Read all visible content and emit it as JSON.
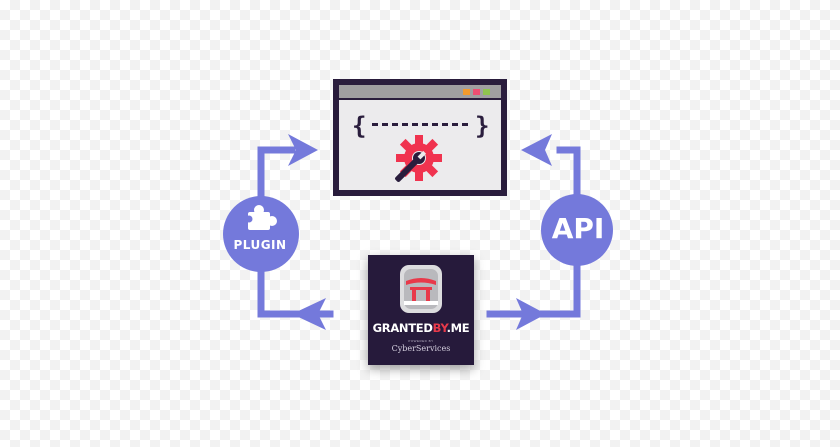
{
  "nodes": {
    "plugin": {
      "label": "PLUGIN",
      "icon": "puzzle-piece-icon"
    },
    "api": {
      "label": "API"
    },
    "browser": {
      "icon": "gear-wrench-icon",
      "code": "{ --------- }"
    },
    "brand": {
      "title_main": "GRANTED",
      "title_accent": "BY",
      "title_tail": ".ME",
      "powered_by": "POWERED BY",
      "subtitle": "CyberServices",
      "logo": "torii-gate-logo"
    }
  },
  "colors": {
    "flow": "#7479db",
    "window_border": "#2a1d3d",
    "window_bar": "#a09fa1",
    "window_body": "#ecebed",
    "gear": "#f0334f",
    "brand_bg": "#261a3b",
    "accent": "#e8394a"
  }
}
